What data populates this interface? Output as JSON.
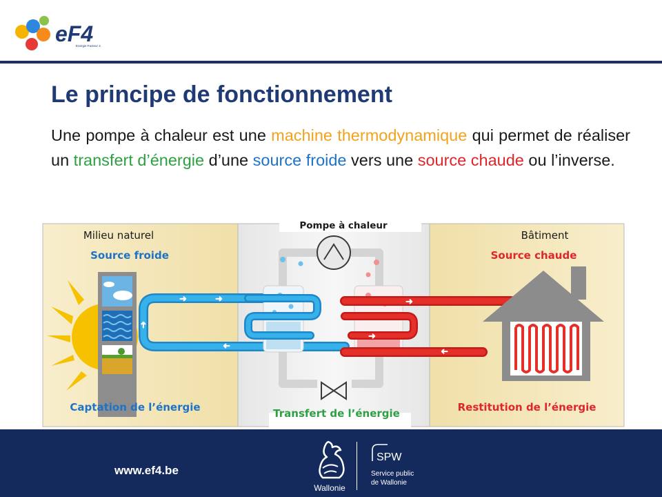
{
  "header": {
    "logo_text": "eF4",
    "logo_subtitle": "Energie Facteur 4"
  },
  "slide": {
    "title": "Le principe de fonctionnement",
    "intro": {
      "p1": "Une pompe à chaleur est une ",
      "machine": "machine thermodynamique",
      "p2": " qui permet de réaliser un ",
      "transfert": "transfert d’énergie",
      "p3": " d’une ",
      "source_froide": "source froide",
      "p4": " vers une ",
      "source_chaude": "source chaude",
      "p5": " ou l’inverse."
    }
  },
  "diagram": {
    "pump_title": "Pompe à chaleur",
    "left_top": "Milieu naturel",
    "left_sub": "Source froide",
    "left_bottom": "Captation de l’énergie",
    "center_bottom": "Transfert de l’énergie",
    "right_top": "Bâtiment",
    "right_sub": "Source chaude",
    "right_bottom": "Restitution de l’énergie"
  },
  "footer": {
    "url": "www.ef4.be",
    "region": "Wallonie",
    "spw_logo": "SPW",
    "spw_line1": "Service public",
    "spw_line2": "de Wallonie"
  },
  "colors": {
    "navy": "#142a5c",
    "title_blue": "#1f3a74",
    "orange": "#f2a31c",
    "green": "#2ea043",
    "blue": "#1e73c8",
    "red": "#e0262b",
    "panel_beige": "#f7ecc8",
    "panel_gray": "#ececec",
    "cold_pipe": "#2ba4df",
    "hot_pipe": "#e52521"
  }
}
